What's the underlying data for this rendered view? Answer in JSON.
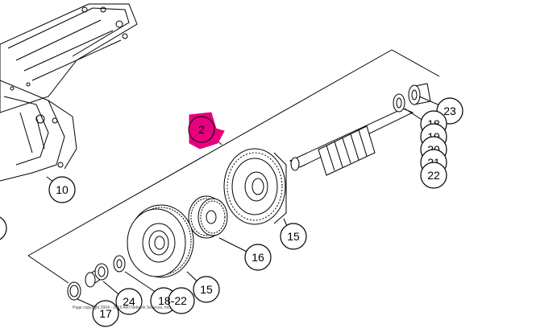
{
  "callouts": {
    "c2": "2",
    "c10": "10",
    "c23": "23",
    "c18a": "18",
    "c19": "19",
    "c20": "20",
    "c21": "21",
    "c22": "22",
    "c15a": "15",
    "c16": "16",
    "c15b": "15",
    "c18_22": "18-22",
    "c24": "24",
    "c17": "17"
  },
  "copyright": "Page copyright 2004 - 2016 ARI Network Services, Inc.",
  "colors": {
    "highlight": "#e6007e",
    "line": "#000000",
    "background": "#ffffff"
  }
}
